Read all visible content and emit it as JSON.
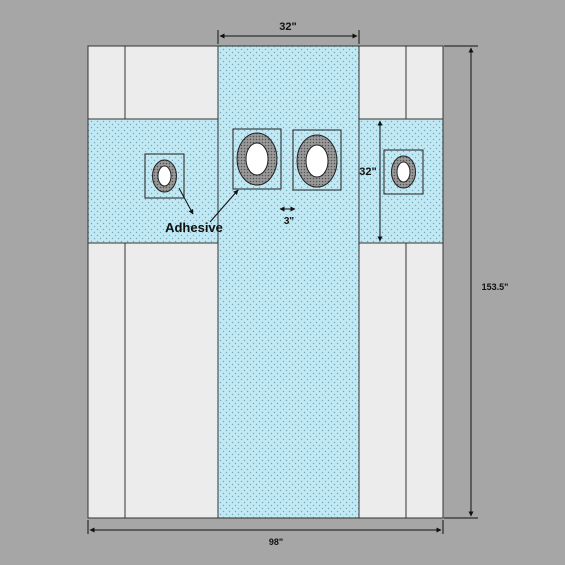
{
  "colors": {
    "background": "#a6a6a6",
    "drape_body": "#ececec",
    "drape_outline": "#333333",
    "reinforcement_fill": "#c2e8f3",
    "reinforcement_dot": "#6fa9bd",
    "fenestration_ring": "#8a8a8a",
    "fenestration_hole": "#ffffff"
  },
  "labels": {
    "top_width": "32\"",
    "gap_width": "3\"",
    "side_height": "32\"",
    "total_height": "153.5\"",
    "total_width": "98\"",
    "adhesive": "Adhesive"
  },
  "fenestrations": [
    {
      "name": "left-arm-fenestration",
      "size": "small"
    },
    {
      "name": "center-left-fenestration",
      "size": "large"
    },
    {
      "name": "center-right-fenestration",
      "size": "large"
    },
    {
      "name": "right-arm-fenestration",
      "size": "small"
    }
  ]
}
